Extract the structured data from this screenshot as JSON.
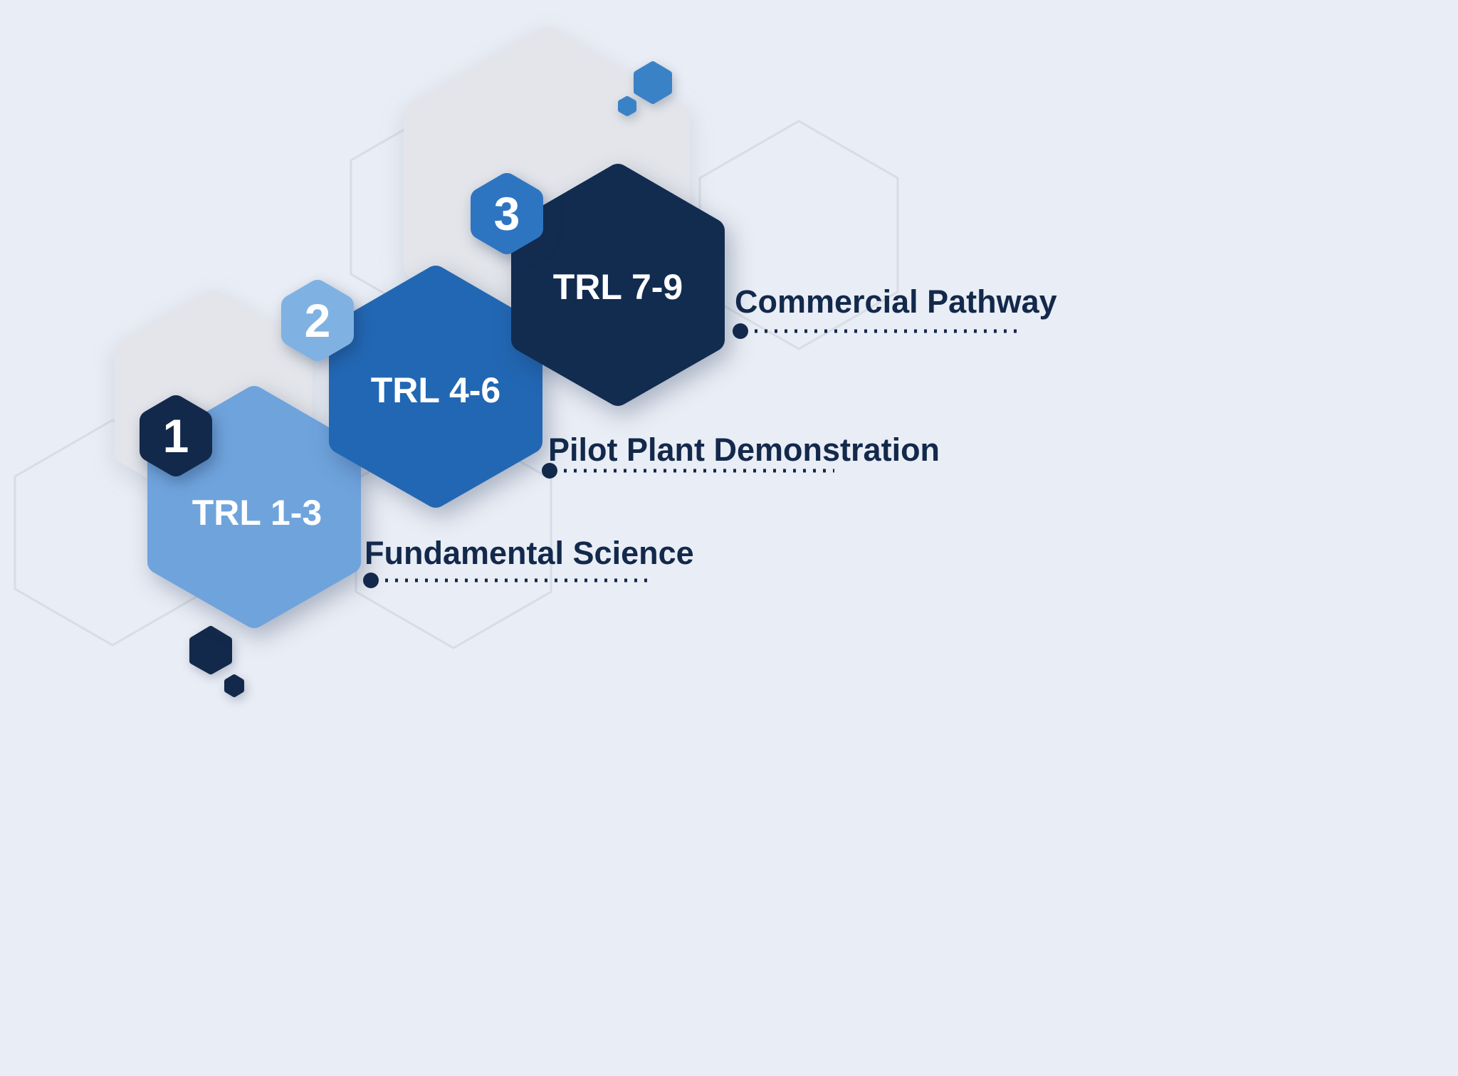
{
  "diagram": {
    "type": "hexagon-step-infographic",
    "colors": {
      "background": "#e9edf5",
      "decor_gray": "#e3e5ea",
      "outline_gray": "#d8dce4",
      "text": "#13294b",
      "label_text": "#ffffff",
      "accent_small_blue": "#3a82c6",
      "accent_small_navy": "#13294b"
    },
    "stages": [
      {
        "badge": "1",
        "trl": "TRL 1-3",
        "caption": "Fundamental Science",
        "hex_color": "#6fa3dc",
        "badge_color": "#13294b"
      },
      {
        "badge": "2",
        "trl": "TRL 4-6",
        "caption": "Pilot Plant Demonstration",
        "hex_color": "#2267b3",
        "badge_color": "#7fb2e2"
      },
      {
        "badge": "3",
        "trl": "TRL 7-9",
        "caption": "Commercial Pathway",
        "hex_color": "#122c50",
        "badge_color": "#2e75c1"
      }
    ]
  }
}
